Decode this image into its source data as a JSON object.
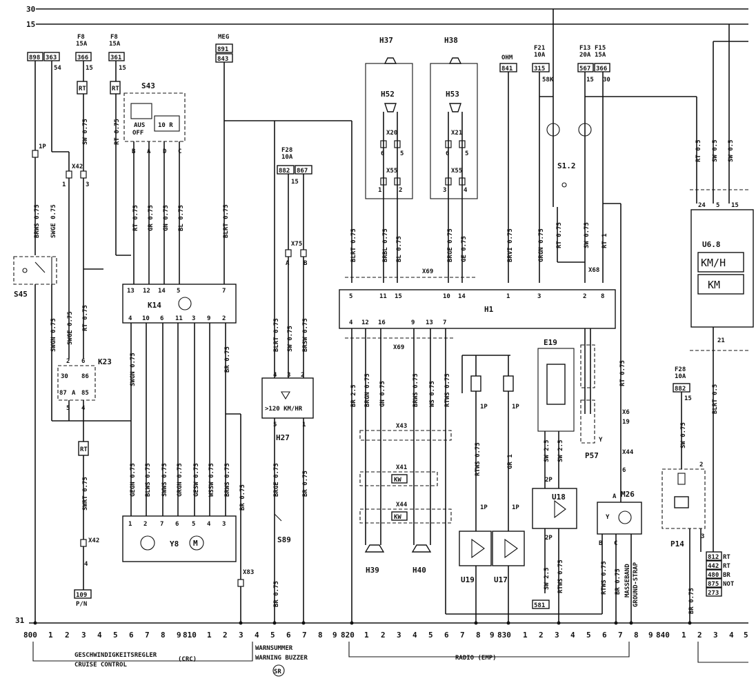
{
  "rails": {
    "r30": "30",
    "r15": "15",
    "r31": "31"
  },
  "fuses": {
    "f8a_name": "F8",
    "f8a_rating": "15A",
    "f8a_code": "366",
    "f8a_pin": "15",
    "f8b_name": "F8",
    "f8b_rating": "15A",
    "f8b_code": "361",
    "f8b_pin": "15",
    "f21_name": "F21",
    "f21_rating": "10A",
    "f21_code": "315",
    "f21_pin": "58K",
    "f13_name": "F13",
    "f13_rating": "20A",
    "f13_code": "567",
    "f15_name": "F15",
    "f15_rating": "15A",
    "f15_code": "366",
    "f28_name": "F28",
    "f28_rating": "10A",
    "f28_code1": "882",
    "f28_code2": "867",
    "f28_pin": "15",
    "f28b_name": "F28",
    "f28b_rating": "10A",
    "f28b_code": "882",
    "f28b_pin": "15"
  },
  "codes": {
    "c898": "898",
    "c363": "363",
    "c54": "54",
    "meg": "MEG",
    "c891": "891",
    "c843": "843",
    "ohm": "OHM",
    "c841": "841",
    "c109": "109",
    "c109_sub": "P/N",
    "c581": "581",
    "c812": "812",
    "c812_s": "RT",
    "c442": "442",
    "c442_s": "RT",
    "c480": "480",
    "c480_s": "BR",
    "c875": "875",
    "c875_s": "NOT",
    "c273": "273"
  },
  "components": {
    "s43": "S43",
    "s45": "S45",
    "k14": "K14",
    "k23": "K23",
    "y8": "Y8",
    "h27": "H27",
    "h27_text": ">120 KM/HR",
    "s89": "S89",
    "h37": "H37",
    "h38": "H38",
    "h52": "H52",
    "h53": "H53",
    "h39": "H39",
    "h40": "H40",
    "h1": "H1",
    "u19": "U19",
    "u17": "U17",
    "u18": "U18",
    "e19": "E19",
    "p57": "P57",
    "s12": "S1.2",
    "m26": "M26",
    "u68": "U6.8",
    "kmh": "KM/H",
    "km": "KM",
    "p14": "P14",
    "s43_aus": "AUS",
    "s43_off": "OFF",
    "s43_10r": "10 R"
  },
  "connectors": {
    "x69": "X69",
    "x68": "X68",
    "x43": "X43",
    "x41": "X41",
    "x44": "X44",
    "x42": "X42",
    "x55": "X55",
    "x20": "X20",
    "x21": "X21",
    "x75": "X75",
    "x83": "X83",
    "x6": "X6",
    "kw": "KW"
  },
  "wires": {
    "brws": "BRWS 0.75",
    "swge": "SWGE 0.75",
    "sw": "SW 0.75",
    "rt": "RT 0.75",
    "gr": "GR 0.75",
    "gn": "GN 0.75",
    "bl": "BL 0.75",
    "blrt": "BLRT 0.75",
    "swgn": "SWGN 0.75",
    "br": "BR 0.75",
    "gegn": "GEGN 0.75",
    "blws": "BLWS 0.75",
    "swws": "SWWS 0.75",
    "grgn": "GRGN 0.75",
    "gesw": "GESW 0.75",
    "wssw": "WSSW 0.75",
    "swrt": "SWRT 0.75",
    "brbl": "BRBL 0.75",
    "brge": "BRGE 0.75",
    "ge": "GE 0.75",
    "brvi": "BRVI 0.75",
    "grgn_h": "GRGN 0.75",
    "rt1": "RT 1",
    "brsw": "BRSW 0.75",
    "brgn": "BRGN 0.75",
    "ws": "WS 0.75",
    "rtws": "RTWS 0.75",
    "gr1": "GR 1",
    "br25": "BR 2.5",
    "sw25": "SW 2.5",
    "rt05": "RT 0.5",
    "sw05": "SW 0.5",
    "blrt05": "BLRT 0.5",
    "masseband": "MASSEBAND",
    "ground": "GROUND-STRAP"
  },
  "footer": {
    "n800": "800",
    "n810": "810",
    "n820": "820",
    "n830": "830",
    "n840": "840",
    "d1": "1",
    "d2": "2",
    "d3": "3",
    "d4": "4",
    "d5": "5",
    "d6": "6",
    "d7": "7",
    "d8": "8",
    "d9": "9",
    "crc_de": "GESCHWINDIGKEITSREGLER",
    "crc_tag": "(CRC)",
    "crc_en": "CRUISE CONTROL",
    "sr_de": "WARNSUMMER",
    "sr_en": "WARNING BUZZER",
    "sr_tag": "SR",
    "emp": "RADIO (EMP)"
  },
  "pins": {
    "p1": "1",
    "p2": "2",
    "p3": "3",
    "p4": "4",
    "p5": "5",
    "p6": "6",
    "p7": "7",
    "p8": "8",
    "p9": "9",
    "p10": "10",
    "p11": "11",
    "p12": "12",
    "p13": "13",
    "p14": "14",
    "p15": "15",
    "p16": "16",
    "p21": "21",
    "p24": "24",
    "p30": "30",
    "p85": "85",
    "p86": "86",
    "p87": "87",
    "p1p": "1P",
    "p2p": "2P",
    "pa": "A",
    "pb": "B",
    "pc": "C",
    "pd": "D",
    "p19": "19",
    "p58k": "58K"
  }
}
